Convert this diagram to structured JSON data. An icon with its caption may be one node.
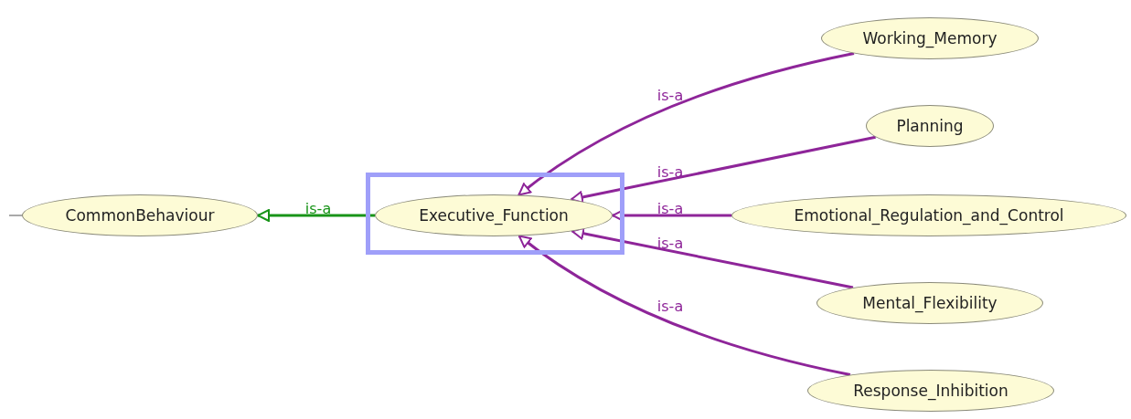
{
  "diagram": {
    "nodes": [
      {
        "text": [
          "CommonBehaviour"
        ]
      },
      {
        "text": [
          "Executive_Function"
        ]
      },
      {
        "text": [
          "Working_Memory"
        ]
      },
      {
        "text": [
          "Planning"
        ]
      },
      {
        "text": [
          "Emotional_Regulation_and_Control"
        ]
      },
      {
        "text": [
          "Mental_Flexibility"
        ]
      },
      {
        "text": [
          "Response_Inhibition"
        ]
      }
    ],
    "edges": [
      {
        "from": null,
        "to": 0,
        "arrow": "none",
        "color": "#555555"
      },
      {
        "from": 1,
        "to": 0,
        "arrow": "to",
        "label": "is-a",
        "color": "#189418"
      },
      {
        "from": 2,
        "to": 1,
        "arrow": "to",
        "label": "is-a"
      },
      {
        "from": 3,
        "to": 1,
        "arrow": "to",
        "label": "is-a"
      },
      {
        "from": 4,
        "to": 1,
        "arrow": "to",
        "label": "is-a"
      },
      {
        "from": 5,
        "to": 1,
        "arrow": "to",
        "label": "is-a"
      },
      {
        "from": 6,
        "to": 1,
        "arrow": "to",
        "label": "is-a"
      }
    ]
  }
}
